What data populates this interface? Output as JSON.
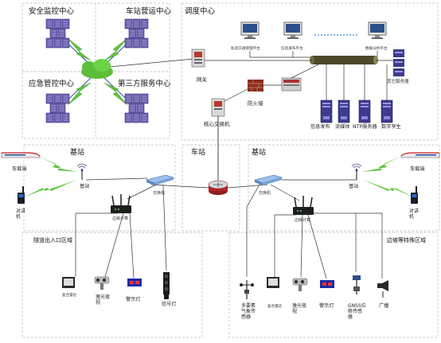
{
  "regions": {
    "security": "安全监控中心",
    "station_ops": "车站营运中心",
    "emergency": "应急管控中心",
    "third_party": "第三方服务中心",
    "dispatch": "调度中心",
    "base_station_left": "基站",
    "station": "车站",
    "base_station_right": "基站",
    "tunnel": "隧道出入口区域",
    "slope": "边坡等特殊区域"
  },
  "dispatch": {
    "ws1": "轨道交通管理平台",
    "ws2": "信息发布平台",
    "ws3": "数据分析平台",
    "gateway": "网关",
    "firewall": "防火墙",
    "core_switch": "核心交换机",
    "other_servers": "其它服务器",
    "info_pub": "信息发布",
    "streaming": "流媒体",
    "ntp": "NTP服务器",
    "digital_twin": "数字孪生"
  },
  "field": {
    "vehicle_left": "车载端",
    "vehicle_right": "车载端",
    "base_station_left": "基站",
    "base_station_right": "基站",
    "walkie_left": "对讲\n机",
    "walkie_right": "对讲\n机",
    "switch_left": "交换机",
    "switch_right": "交换机",
    "edge_left": "边缘计算",
    "edge_right": "边缘计算"
  },
  "tunnel_devices": {
    "composite": "复合雷达",
    "laser": "激光夜\n视",
    "alarm": "警示灯",
    "signal": "信号灯"
  },
  "slope_devices": {
    "weather": "多要素\n气象传\n感器",
    "composite": "复合雷达",
    "laser": "激光夜\n视",
    "alarm": "警示灯",
    "gnss": "GNSS位\n移传感\n器",
    "broadcast": "广播"
  },
  "colors": {
    "server": "#6a5fb0",
    "server_dark": "#3d327c",
    "cloud": "#5bbf3a",
    "lightning": "#5cc43a",
    "switch": "#7aa3d6",
    "firewall": "#8b2e1a",
    "dash": "#aaaaaa",
    "line": "#333333"
  }
}
